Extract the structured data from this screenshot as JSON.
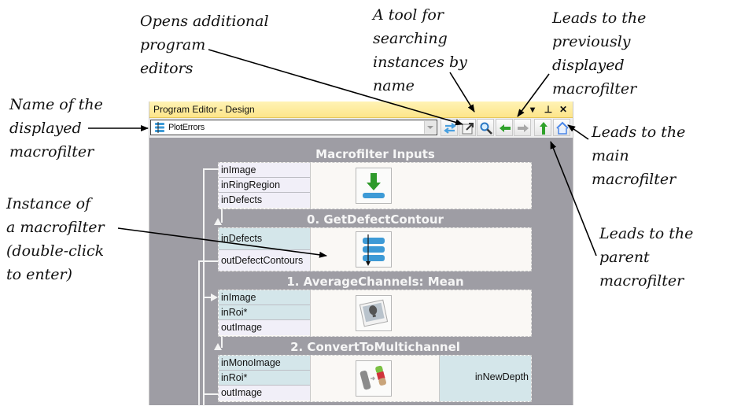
{
  "annotations": {
    "opens_editors": "Opens additional\nprogram\neditors",
    "search_tool": "A tool for\nsearching\ninstances by\nname",
    "previous": "Leads to the\npreviously\ndisplayed\nmacrofilter",
    "name_displayed": "Name of the\ndisplayed\nmacrofilter",
    "main_macrofilter": "Leads to the\nmain\nmacrofilter",
    "instance": "Instance of\na macrofilter\n(double-click\nto enter)",
    "parent": "Leads to the\nparent\nmacrofilter"
  },
  "window": {
    "title": "Program Editor - Design",
    "controls": {
      "dropdown": "▾",
      "pin": "⊥",
      "close": "✕"
    }
  },
  "toolbar": {
    "macrofilter_name": "PlotErrors",
    "buttons": [
      {
        "name": "switch-editors",
        "icon": "swap-arrows-icon"
      },
      {
        "name": "open-editor",
        "icon": "external-window-icon"
      },
      {
        "name": "search",
        "icon": "magnifier-icon"
      },
      {
        "name": "back",
        "icon": "arrow-left-icon",
        "color": "#2fa12a"
      },
      {
        "name": "forward",
        "icon": "arrow-right-icon",
        "color": "#a8a8a8"
      },
      {
        "name": "parent",
        "icon": "arrow-up-icon",
        "color": "#2fa12a"
      },
      {
        "name": "home",
        "icon": "home-icon",
        "color": "#4a86e8"
      }
    ]
  },
  "blocks": [
    {
      "title": "Macrofilter Inputs",
      "ports": [
        "inImage",
        "inRingRegion",
        "inDefects"
      ],
      "icon": "download-icon"
    },
    {
      "title": "0. GetDefectContour",
      "ports": [
        "inDefects",
        "outDefectContours"
      ],
      "icon": "macrofilter-steps-icon"
    },
    {
      "title": "1. AverageChannels: Mean",
      "ports": [
        "inImage",
        "inRoi*",
        "outImage"
      ],
      "icon": "image-icon"
    },
    {
      "title": "2. ConvertToMultichannel",
      "ports": [
        "inMonoImage",
        "inRoi*",
        "outImage"
      ],
      "icon": "convert-channels-icon",
      "right_port": "inNewDepth"
    }
  ]
}
